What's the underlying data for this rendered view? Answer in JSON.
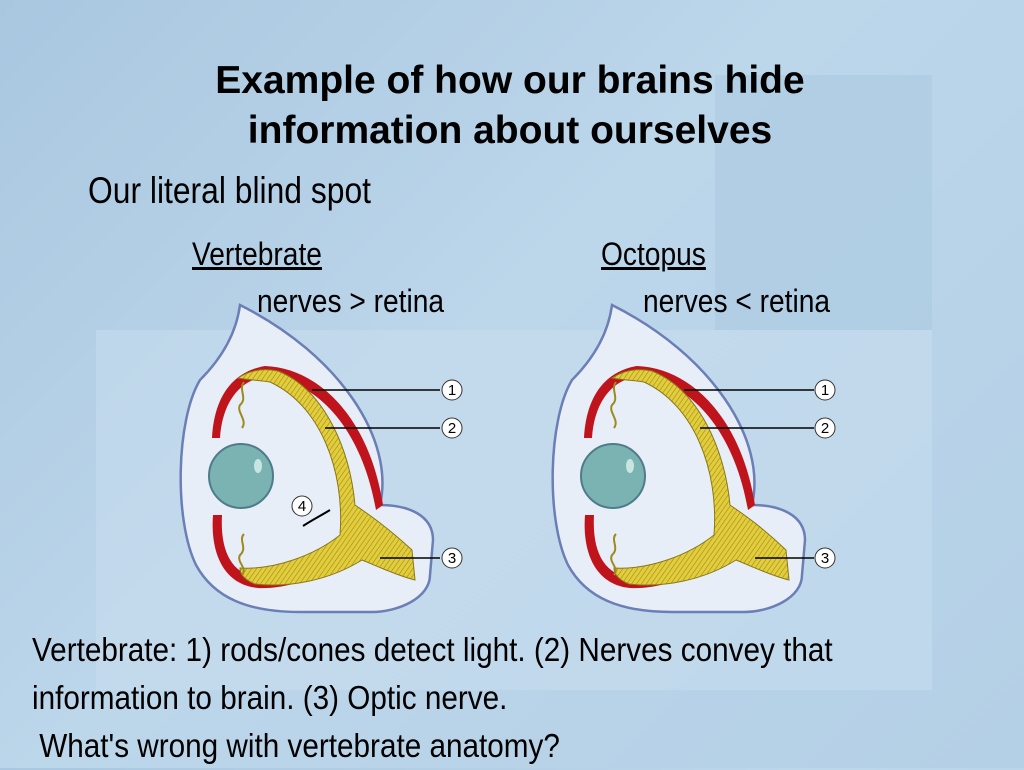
{
  "slide": {
    "title_line1": "Example of how our brains hide",
    "title_line2": "information about ourselves",
    "subtitle": "Our literal blind spot"
  },
  "vertebrate": {
    "label": "Vertebrate",
    "sublabel": "nerves > retina"
  },
  "octopus": {
    "label": "Octopus",
    "sublabel": "nerves < retina"
  },
  "diagram": {
    "vertebrate_markers": [
      "1",
      "2",
      "3",
      "4"
    ],
    "octopus_markers": [
      "1",
      "2",
      "3"
    ],
    "colors": {
      "sclera": "#e8eef8",
      "outline": "#5a6fa8",
      "choroid": "#c0141c",
      "retina": "#d9c233",
      "lens": "#7bb3b2"
    }
  },
  "caption": {
    "line1": "Vertebrate: 1) rods/cones detect light. (2) Nerves convey that",
    "line2": "information to brain. (3) Optic nerve.",
    "line3": "What's wrong with vertebrate anatomy?"
  }
}
